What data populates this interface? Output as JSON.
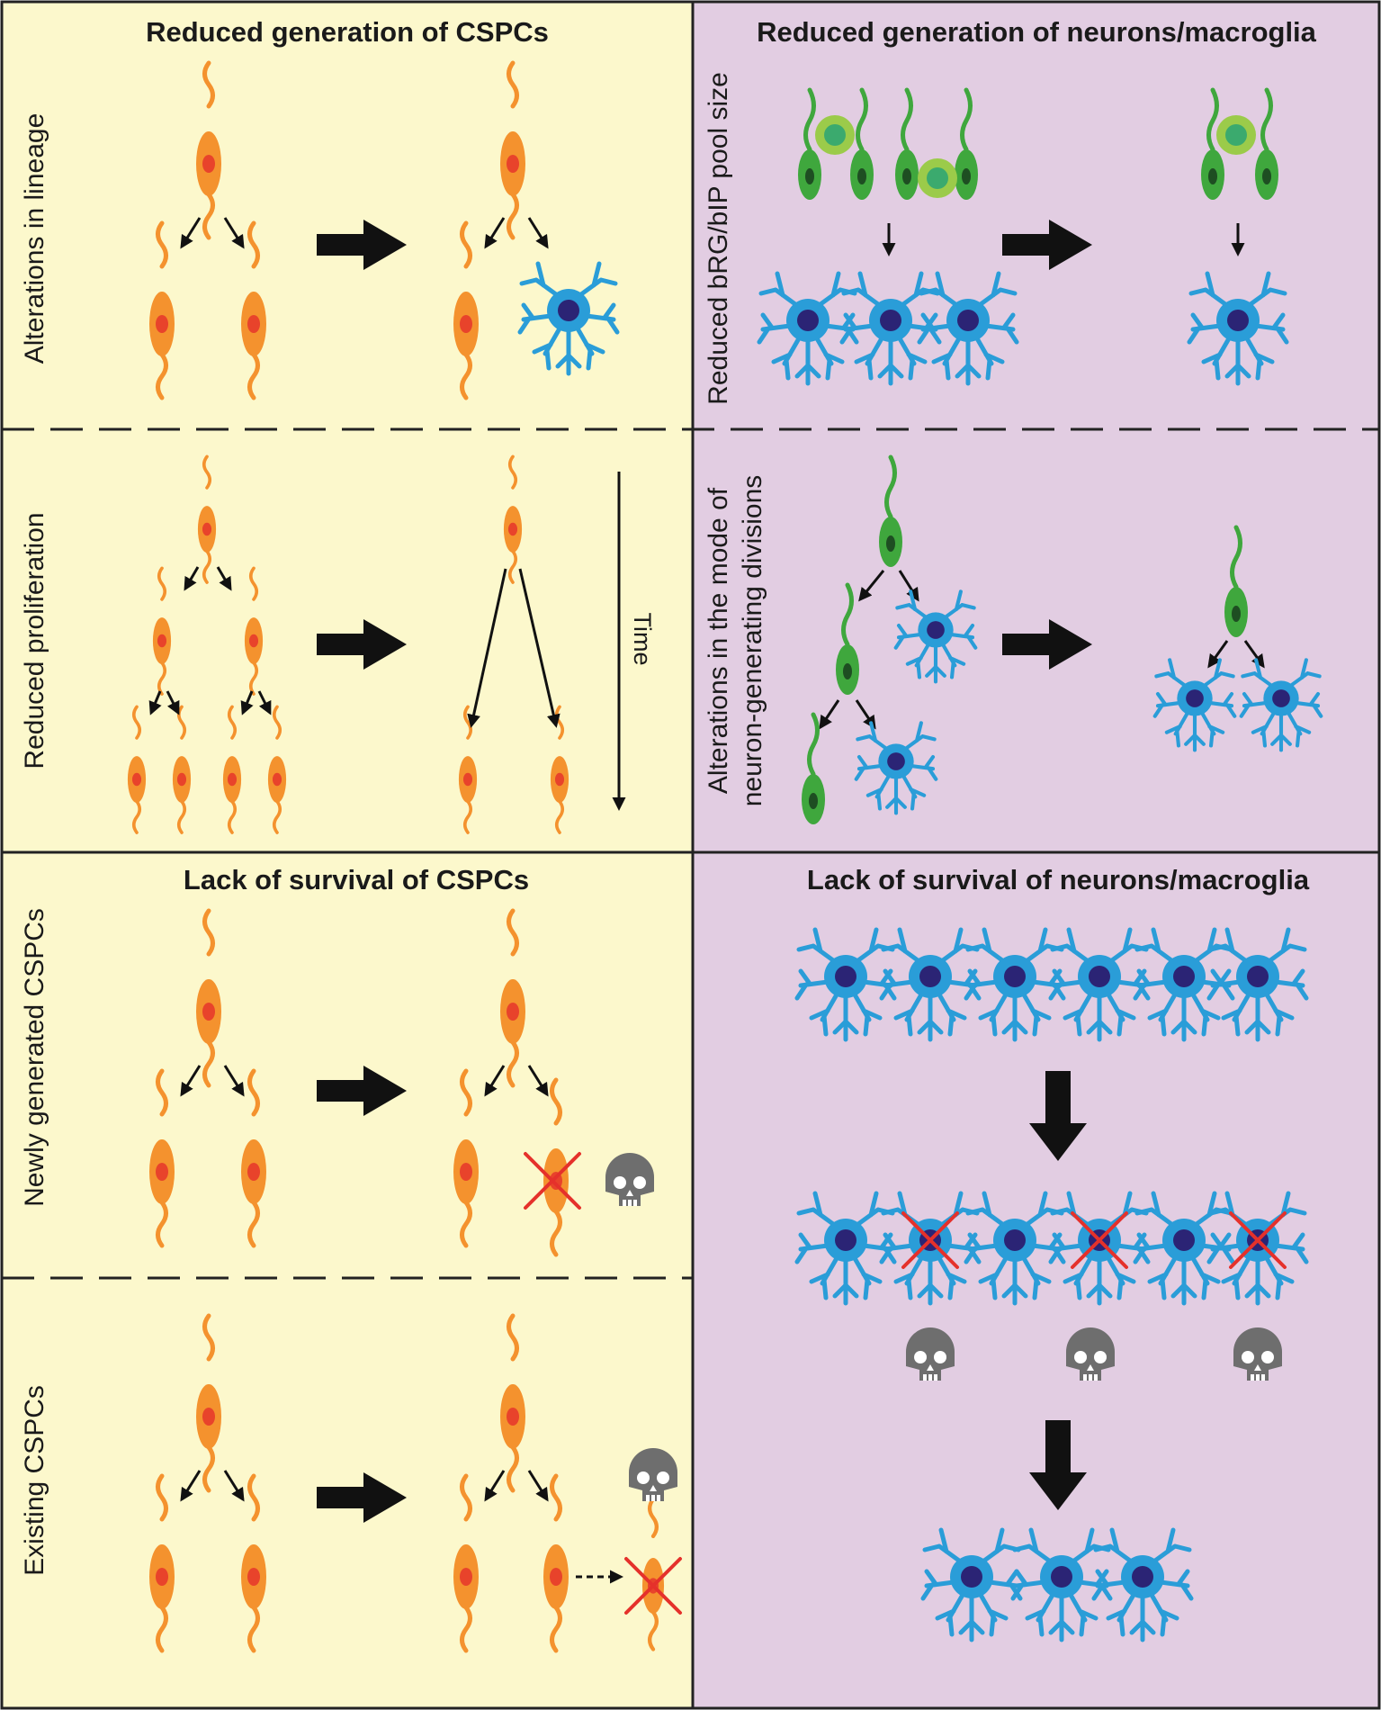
{
  "colors": {
    "panel_left": "#FCF8CC",
    "panel_right": "#E2CDE2",
    "frame": "#222222",
    "cspc_body": "#F4922E",
    "cspc_nucleus": "#E8432B",
    "neuron": "#2A9DD8",
    "neuron_nucleus": "#2B2475",
    "rg_cell": "#3FA73D",
    "rg_nucleus": "#1E4E22",
    "ip_cell_outer": "#9BCB4A",
    "ip_cell_inner": "#3BAA6E",
    "death_cross": "#E5312B",
    "skull": "#6E6E6E",
    "arrow": "#111111"
  },
  "panels": {
    "top_left": {
      "title": "Reduced generation of CSPCs",
      "sections": [
        {
          "label": "Alterations in lineage"
        },
        {
          "label": "Reduced proliferation",
          "time_label": "Time"
        }
      ]
    },
    "top_right": {
      "title": "Reduced generation of neurons/macroglia",
      "sections": [
        {
          "label": "Reduced bRG/bIP pool size"
        },
        {
          "label_line1": "Alterations in the mode of",
          "label_line2": "neuron-generating divisions"
        }
      ]
    },
    "bottom_left": {
      "title": "Lack of survival of CSPCs",
      "sections": [
        {
          "label": "Newly generated CSPCs"
        },
        {
          "label": "Existing CSPCs"
        }
      ]
    },
    "bottom_right": {
      "title": "Lack of survival of neurons/macroglia"
    }
  },
  "icons": [
    "cspc-cell-icon",
    "neuron-icon",
    "radial-glia-icon",
    "intermediate-progenitor-icon",
    "skull-icon",
    "death-cross-icon",
    "arrow-icon"
  ]
}
